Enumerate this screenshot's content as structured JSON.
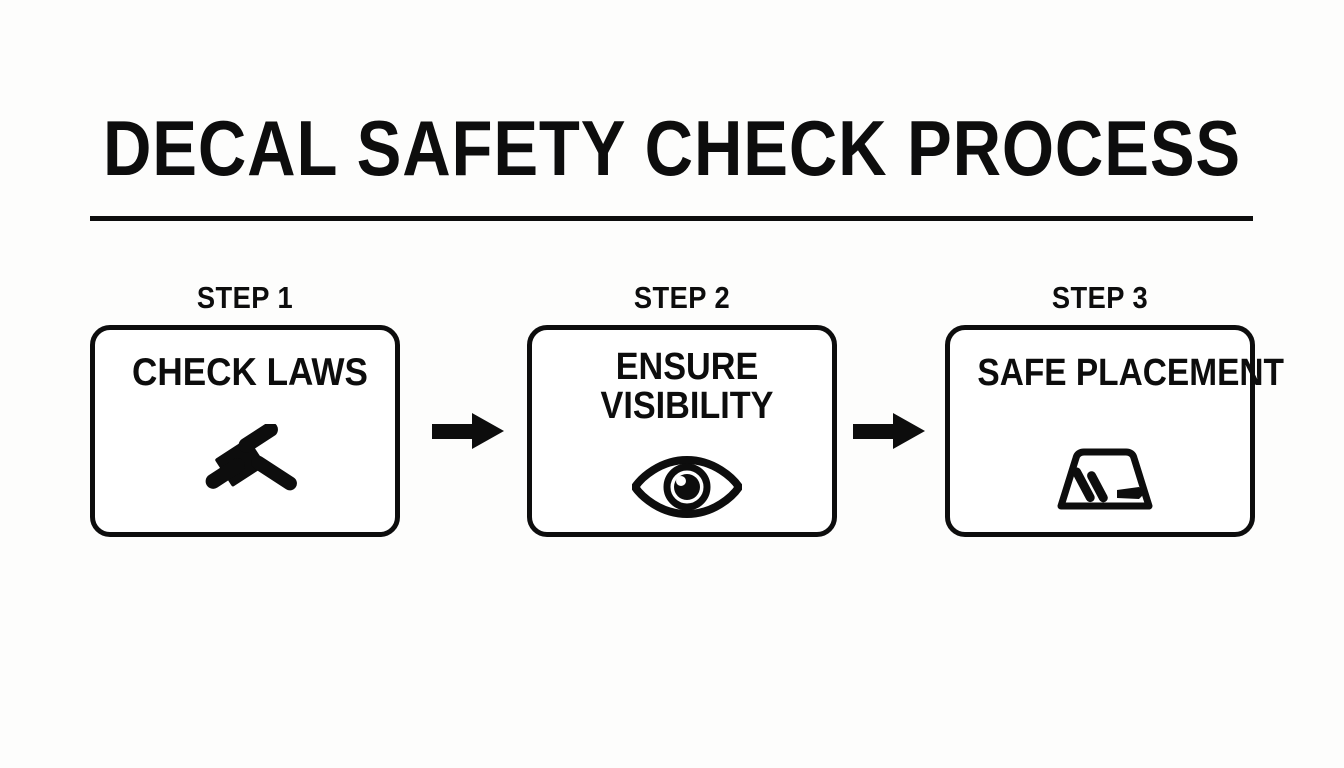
{
  "page": {
    "title": "DECAL SAFETY CHECK PROCESS",
    "background_color": "#fdfdfc",
    "ink_color": "#0d0d0d"
  },
  "diagram": {
    "type": "process-flow",
    "orientation": "horizontal",
    "step_count": 3,
    "connector": "arrow-right",
    "steps": [
      {
        "label": "STEP 1",
        "title": "CHECK LAWS",
        "title_lines": [
          "CHECK LAWS"
        ],
        "icon": "gavel-icon"
      },
      {
        "label": "STEP 2",
        "title": "ENSURE VISIBILITY",
        "title_lines": [
          "ENSURE",
          "VISIBILITY"
        ],
        "icon": "eye-icon"
      },
      {
        "label": "STEP 3",
        "title": "SAFE PLACEMENT",
        "title_lines": [
          "SAFE PLACEMENT"
        ],
        "icon": "windshield-decal-icon"
      }
    ],
    "connectors": [
      {
        "name": "arrow-step1-to-step2"
      },
      {
        "name": "arrow-step2-to-step3"
      }
    ]
  }
}
